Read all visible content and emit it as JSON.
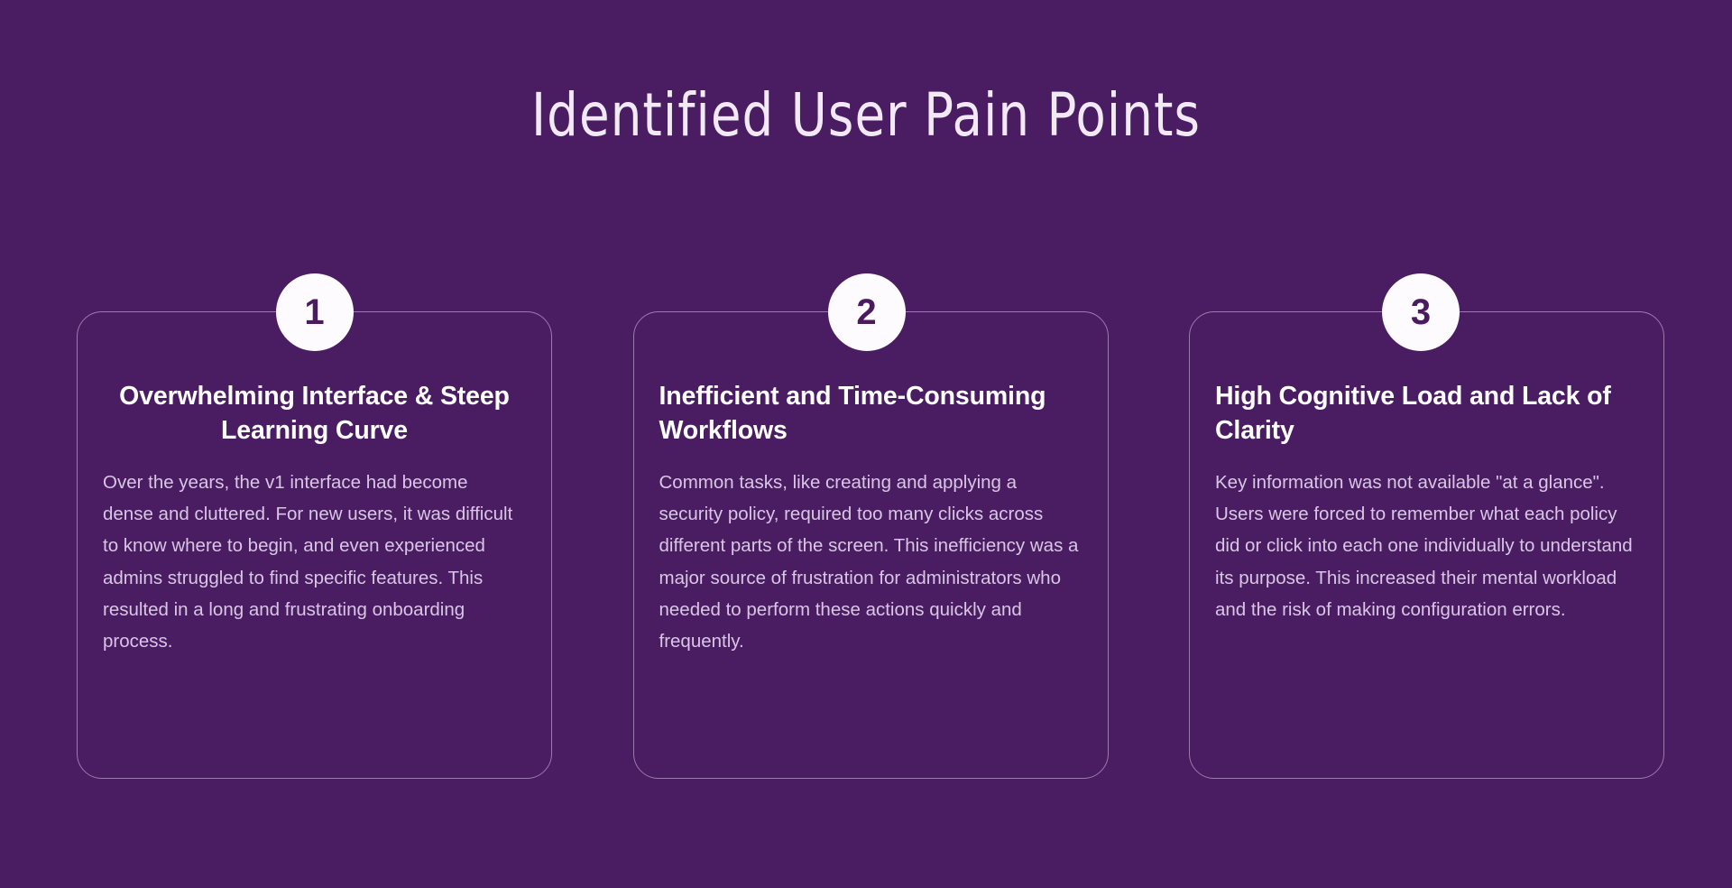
{
  "slide": {
    "title": "Identified User Pain Points",
    "background_color": "#4a1d63",
    "title_color": "#f2e9f6",
    "card_border_color": "#9c79ae",
    "badge_background_color": "#fdfbfe",
    "badge_text_color": "#4a1c5f",
    "card_title_color": "#ffffff",
    "card_text_color": "#d9c6e4"
  },
  "cards": [
    {
      "number": "1",
      "title": "Overwhelming Interface & Steep Learning Curve",
      "body": "Over the years, the v1 interface had become dense and cluttered. For new users, it was difficult to know where to begin, and even experienced admins struggled to find specific features. This resulted in a long and frustrating onboarding process."
    },
    {
      "number": "2",
      "title": "Inefficient and Time-Consuming Workflows",
      "body": "Common tasks, like creating and applying a security policy, required too many clicks across different parts of the screen. This inefficiency was a major source of frustration for administrators who needed to perform these actions quickly and frequently."
    },
    {
      "number": "3",
      "title": "High Cognitive Load and Lack of Clarity",
      "body": "Key information was not available \"at a glance\". Users were forced to remember what each policy did or click into each one individually to understand its purpose. This increased their mental workload and the risk of making configuration errors."
    }
  ]
}
